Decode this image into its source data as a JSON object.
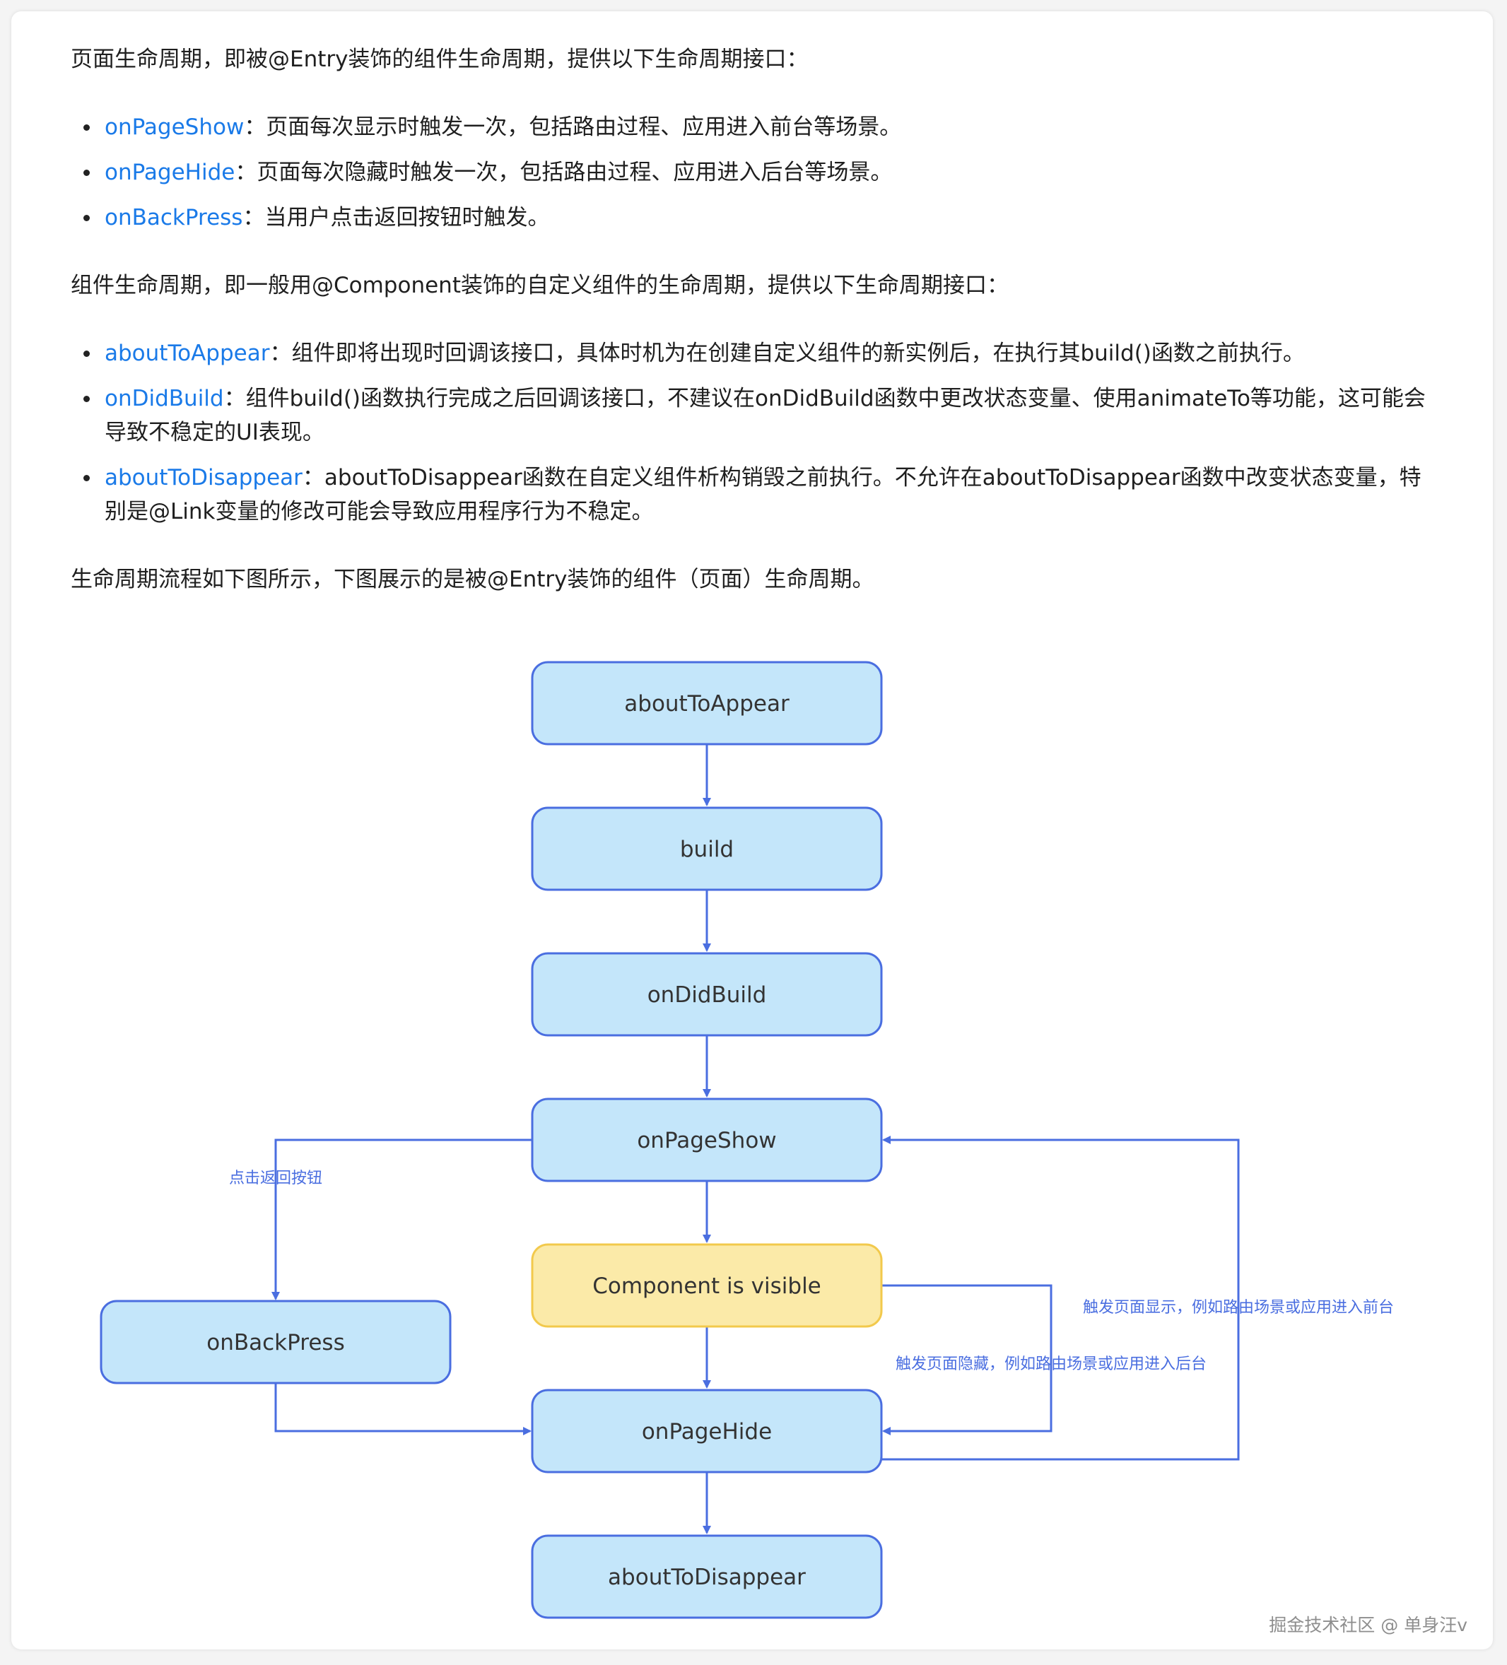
{
  "paragraphs": {
    "p1": "页面生命周期，即被@Entry装饰的组件生命周期，提供以下生命周期接口：",
    "p2": "组件生命周期，即一般用@Component装饰的自定义组件的生命周期，提供以下生命周期接口：",
    "p3": "生命周期流程如下图所示，下图展示的是被@Entry装饰的组件（页面）生命周期。"
  },
  "page_lifecycle_items": [
    {
      "api": "onPageShow",
      "desc": "：页面每次显示时触发一次，包括路由过程、应用进入前台等场景。"
    },
    {
      "api": "onPageHide",
      "desc": "：页面每次隐藏时触发一次，包括路由过程、应用进入后台等场景。"
    },
    {
      "api": "onBackPress",
      "desc": "：当用户点击返回按钮时触发。"
    }
  ],
  "component_lifecycle_items": [
    {
      "api": "aboutToAppear",
      "desc": "：组件即将出现时回调该接口，具体时机为在创建自定义组件的新实例后，在执行其build()函数之前执行。"
    },
    {
      "api": "onDidBuild",
      "desc": "：组件build()函数执行完成之后回调该接口，不建议在onDidBuild函数中更改状态变量、使用animateTo等功能，这可能会导致不稳定的UI表现。"
    },
    {
      "api": "aboutToDisappear",
      "desc": "：aboutToDisappear函数在自定义组件析构销毁之前执行。不允许在aboutToDisappear函数中改变状态变量，特别是@Link变量的修改可能会导致应用程序行为不稳定。"
    }
  ],
  "diagram": {
    "nodes": {
      "about_to_appear": "aboutToAppear",
      "build": "build",
      "on_did_build": "onDidBuild",
      "on_page_show": "onPageShow",
      "component_visible": "Component is visible",
      "on_back_press": "onBackPress",
      "on_page_hide": "onPageHide",
      "about_to_disappear": "aboutToDisappear"
    },
    "edge_labels": {
      "back_button": "点击返回按钮",
      "trigger_show": "触发页面显示，例如路由场景或应用进入前台",
      "trigger_hide": "触发页面隐藏，例如路由场景或应用进入后台"
    },
    "colors": {
      "node_fill": "#c4e6fa",
      "node_stroke": "#4a6ee0",
      "visible_fill": "#fbeaa8",
      "visible_stroke": "#f2c94c",
      "edge": "#4a6ee0"
    }
  },
  "watermark": "掘金技术社区 @ 单身汪v"
}
